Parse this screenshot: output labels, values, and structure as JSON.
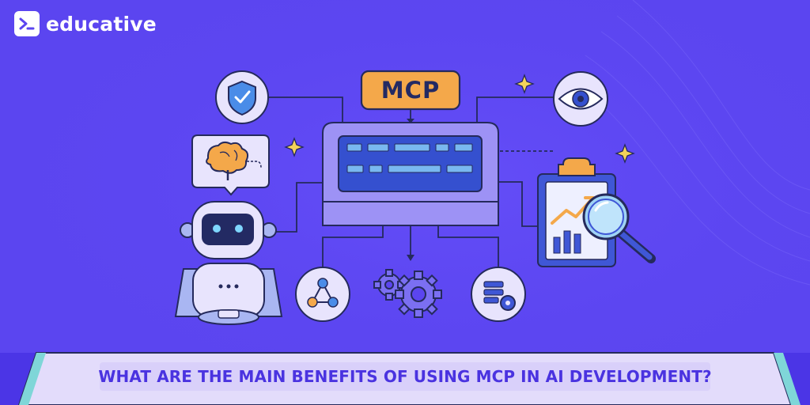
{
  "brand": {
    "name": "educative",
    "logo_icon": "terminal-prompt-icon"
  },
  "hero": {
    "center_label": "MCP",
    "nodes": [
      "shield-check-icon",
      "eye-icon",
      "brain-icon",
      "robot-icon",
      "chart-clipboard-icon",
      "magnifier-icon",
      "network-graph-icon",
      "gears-icon",
      "database-gear-icon",
      "sparkle-icon"
    ]
  },
  "banner": {
    "title": "WHAT ARE THE MAIN BENEFITS OF USING MCP IN AI DEVELOPMENT?"
  },
  "colors": {
    "background": "#5b45f0",
    "panel": "#9d92f5",
    "panel_dark": "#3550cf",
    "accent_orange": "#f4a84a",
    "line": "#252a5c",
    "banner": "#e3dcfb",
    "banner_edge": "#7fd6d8",
    "title_text": "#4a33e0"
  }
}
